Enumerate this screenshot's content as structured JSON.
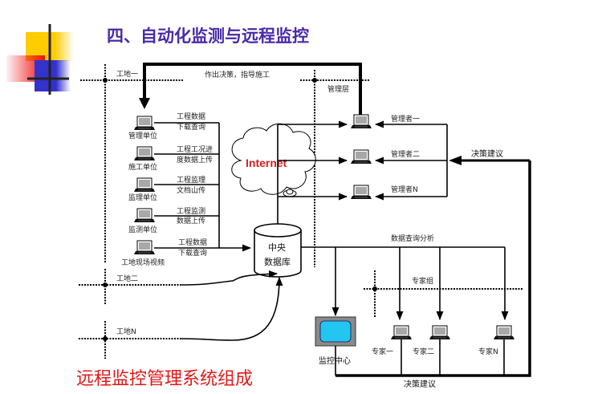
{
  "title": "四、自动化监测与远程监控",
  "caption": "远程监控管理系统组成",
  "cloud_label": "Internet",
  "database_label": [
    "中央",
    "数据库"
  ],
  "sites": {
    "site1": "工地一",
    "site2": "工地二",
    "siteN": "工地N"
  },
  "management_layer": "管理层",
  "top_flow_label": "作出决策，指导施工",
  "site_units": [
    {
      "label": "管理单位",
      "flow": [
        "工程数据",
        "下载查询"
      ]
    },
    {
      "label": "施工单位",
      "flow": [
        "工程工况进",
        "度数据上传"
      ]
    },
    {
      "label": "监理单位",
      "flow": [
        "工程监理",
        "文档山传"
      ]
    },
    {
      "label": "监测单位",
      "flow": [
        "工程监测",
        "数据上传"
      ]
    },
    {
      "label": "工地现场视频",
      "flow": [
        "工程数据",
        "下载查询"
      ]
    }
  ],
  "managers": [
    "管理者一",
    "管理者二",
    "管理者N"
  ],
  "decision_advice_label": "决策建议",
  "data_query_label": "数据查询分析",
  "expert_group_label": "专家组",
  "experts": [
    "专家一",
    "专家二",
    "专家N"
  ],
  "monitor_center_label": "监控中心",
  "bottom_advice_label": "决策建议",
  "colors": {
    "title": "#4a2aa8",
    "caption": "#e01818",
    "internet": "#d42020",
    "monitor_screen": "#22c6f0",
    "deco_yellow": "#ffcc00",
    "deco_red": "#ee1111",
    "deco_blue": "#3333cc"
  }
}
